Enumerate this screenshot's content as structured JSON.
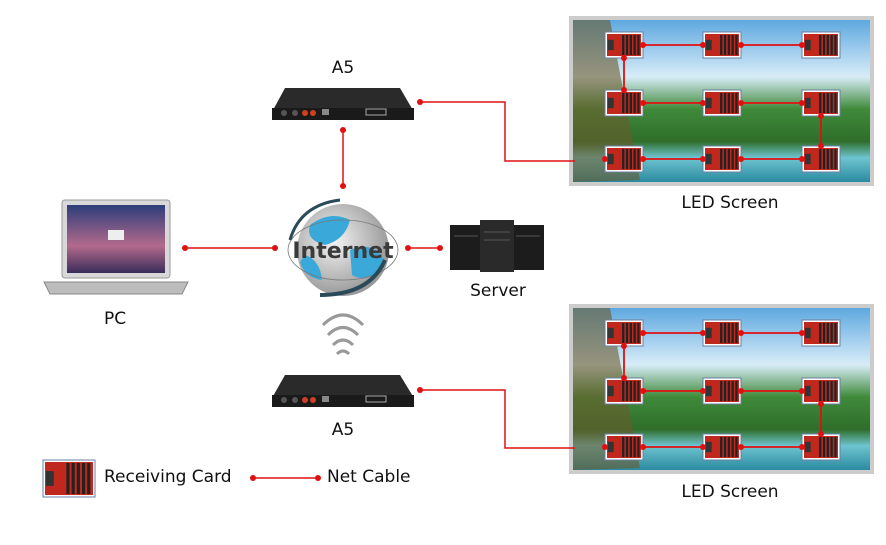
{
  "nodes": {
    "controller_top": "A5",
    "controller_bottom": "A5",
    "internet": "Internet",
    "server": "Server",
    "pc": "PC",
    "screen_top": "LED Screen",
    "screen_bottom": "LED Screen"
  },
  "legend": {
    "receiving_card": "Receiving Card",
    "net_cable": "Net Cable"
  },
  "colors": {
    "cable": "#e01010",
    "card": "#c0281e"
  }
}
